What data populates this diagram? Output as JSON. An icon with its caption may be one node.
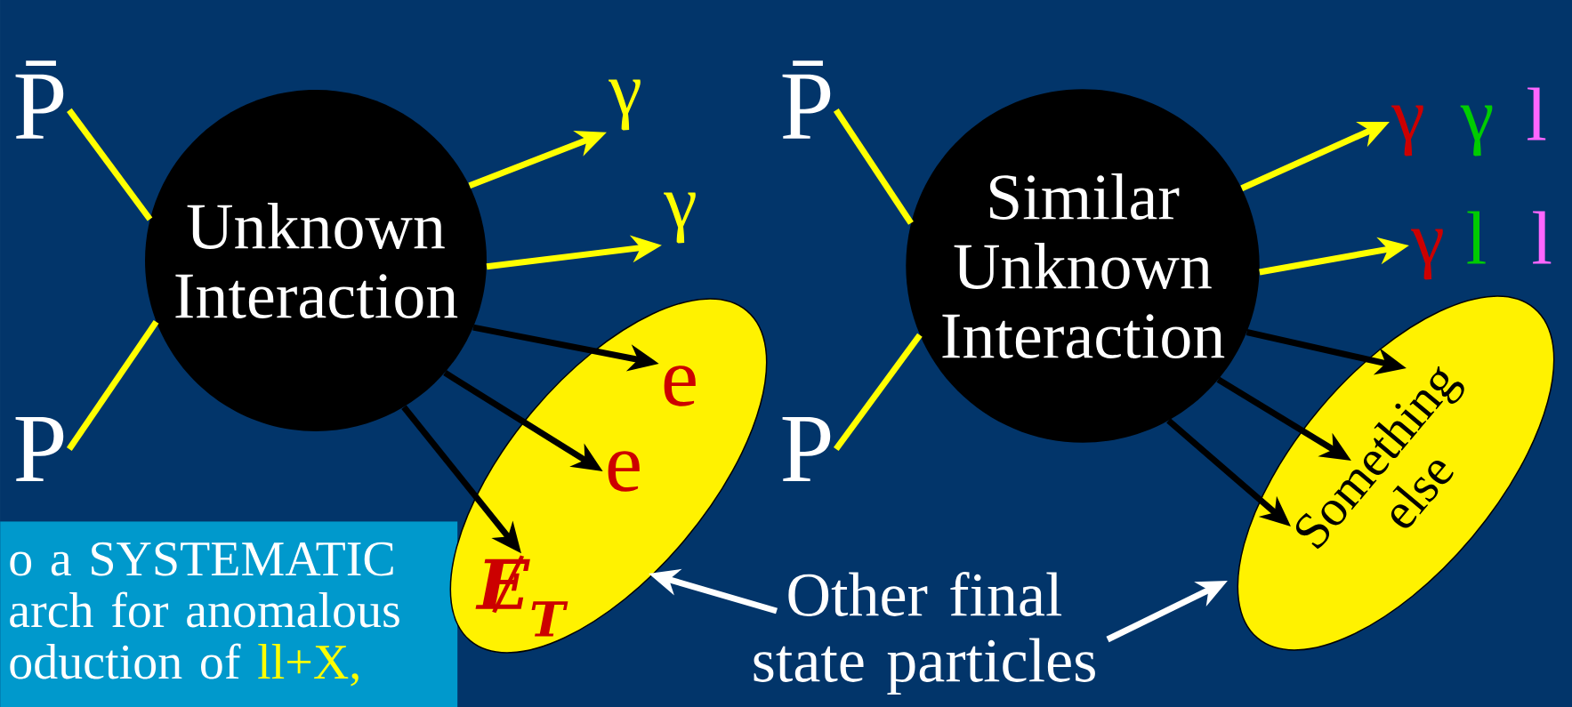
{
  "diagram": {
    "nodes": [
      {
        "text": [
          "P̄"
        ]
      },
      {
        "text": [
          "P"
        ]
      },
      {
        "text": [
          "Unknown Interaction"
        ]
      },
      {
        "text": [
          "γ"
        ]
      },
      {
        "text": [
          "γ"
        ]
      },
      {
        "text": [],
        "shape": "ellipse"
      },
      {
        "text": [
          "e"
        ],
        "in": 5
      },
      {
        "text": [
          "e"
        ],
        "in": 5
      },
      {
        "text": [
          "Ɇ$_{T}$"
        ],
        "in": 5
      },
      {
        "text": [
          "P̄"
        ]
      },
      {
        "text": [
          "P"
        ]
      },
      {
        "text": [
          "Similar Unknown Interaction"
        ]
      },
      {
        "text": [
          "γ",
          "γ",
          "l"
        ]
      },
      {
        "text": [
          "γ",
          "l",
          "l"
        ]
      },
      {
        "text": [
          "Something else"
        ]
      },
      {
        "text": [
          "Other final state particles"
        ]
      },
      {
        "text": [
          "o a SYSTEMATIC arch for anomalous oduction of",
          "ll+X,"
        ]
      }
    ],
    "edges": [
      {
        "from": 0,
        "to": 2,
        "arrow": "none"
      },
      {
        "from": 1,
        "to": 2,
        "arrow": "none"
      },
      {
        "from": 2,
        "to": 3,
        "arrow": "to"
      },
      {
        "from": 2,
        "to": 4,
        "arrow": "to"
      },
      {
        "from": 2,
        "to": 6,
        "arrow": "to",
        "color": "#000000"
      },
      {
        "from": 2,
        "to": 7,
        "arrow": "to",
        "color": "#000000"
      },
      {
        "from": 2,
        "to": 8,
        "arrow": "to",
        "color": "#000000"
      },
      {
        "from": 9,
        "to": 11,
        "arrow": "none"
      },
      {
        "from": 10,
        "to": 11,
        "arrow": "none"
      },
      {
        "from": 11,
        "to": 12,
        "arrow": "to"
      },
      {
        "from": 11,
        "to": 13,
        "arrow": "to"
      },
      {
        "from": 11,
        "to": 14,
        "arrow": "to",
        "color": "#000000"
      },
      {
        "from": 11,
        "to": 14,
        "arrow": "to",
        "color": "#000000"
      },
      {
        "from": 11,
        "to": 14,
        "arrow": "to",
        "color": "#000000"
      },
      {
        "from": 15,
        "to": 5,
        "arrow": "to",
        "color": "#ffffff"
      },
      {
        "from": 15,
        "to": 14,
        "arrow": "to",
        "color": "#ffffff"
      }
    ]
  }
}
